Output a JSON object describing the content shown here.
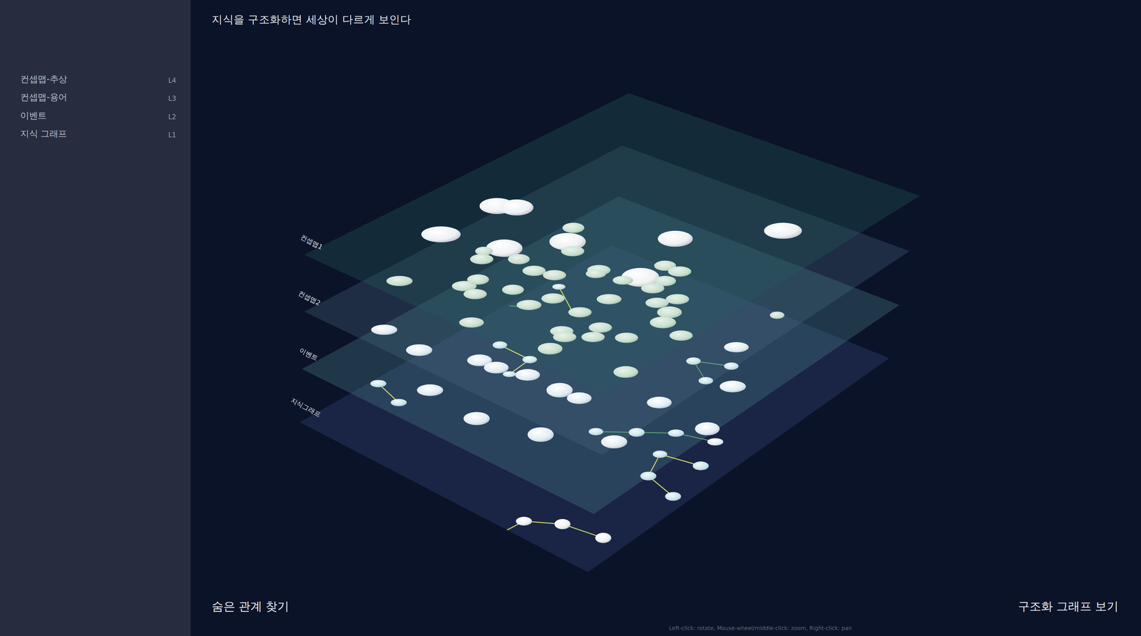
{
  "diagram": {
    "title": "지식을 구조화하면 세상이 다르게 보인다",
    "labels": [
      "컨셉맵-추상",
      "L4",
      "컨셉맵-용어",
      "L3",
      "이벤트",
      "L2",
      "지식 그래프",
      "L1",
      "컨셉맵1",
      "컨셉맵2",
      "이벤트",
      "지식그래프",
      "숨은 관계 찾기",
      "구조화 그래프 보기",
      "Left-click: rotate, Mouse-wheel/middle-click: zoom, Right-click: pan"
    ]
  }
}
